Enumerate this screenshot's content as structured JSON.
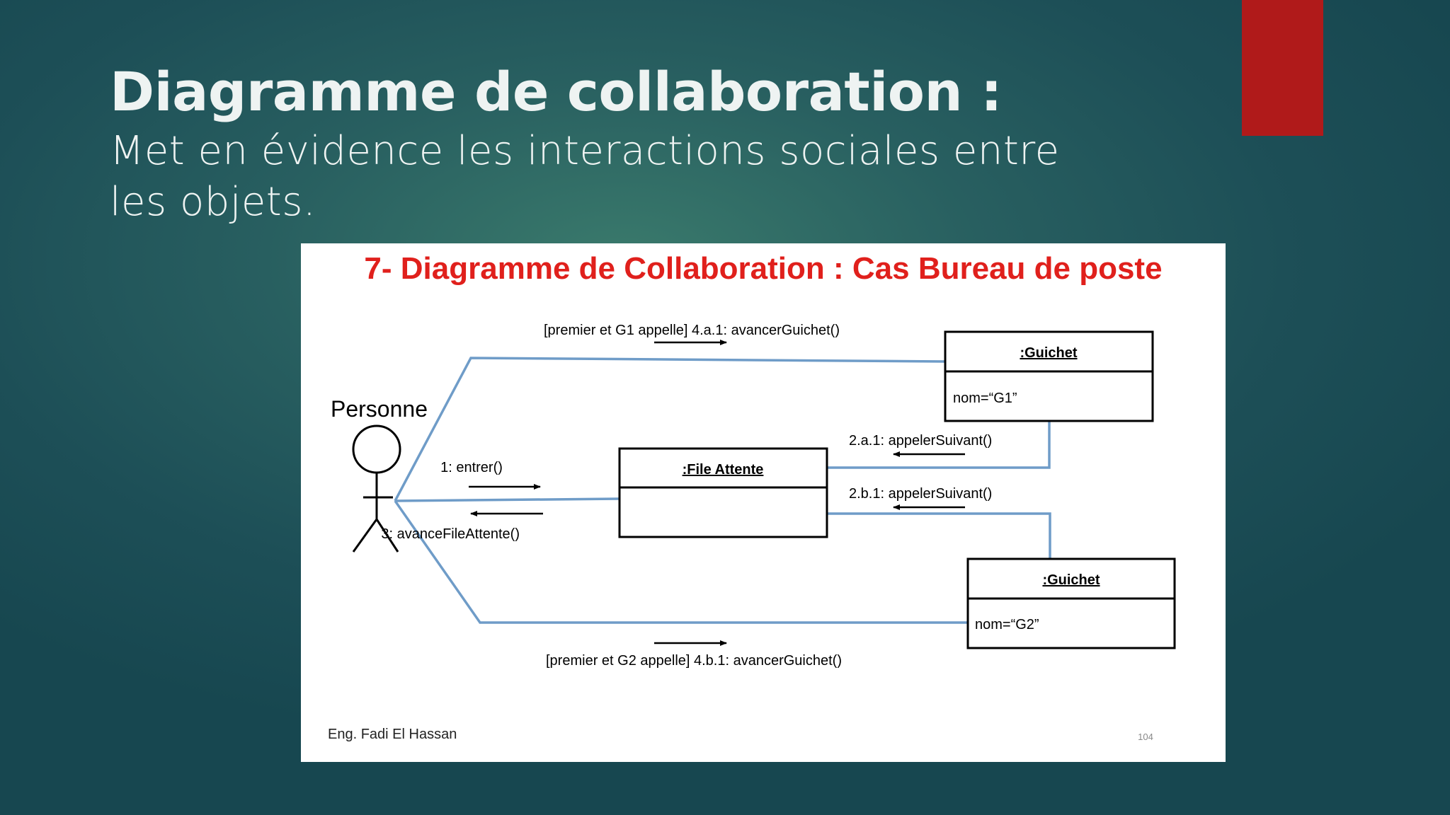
{
  "slide": {
    "title": "Diagramme de collaboration :",
    "subtitle": "Met en évidence les interactions sociales entre les objets."
  },
  "colors": {
    "accent": "#b01a1a",
    "figure_title": "#e0201c",
    "link_line": "#6f9cc8"
  },
  "figure": {
    "title": "7- Diagramme de Collaboration : Cas Bureau de poste",
    "actor": "Personne",
    "objects": {
      "guichet_top": {
        "name": ":Guichet",
        "attribute": "nom=“G1”"
      },
      "file_attente": {
        "name": ":File Attente",
        "attribute": ""
      },
      "guichet_bottom": {
        "name": ":Guichet",
        "attribute": "nom=“G2”"
      }
    },
    "messages": {
      "m_top": "[premier et G1 appelle] 4.a.1: avancerGuichet()",
      "m_entrer": "1: entrer()",
      "m_avance": "3: avanceFileAttente()",
      "m_2a1": "2.a.1: appelerSuivant()",
      "m_2b1": "2.b.1: appelerSuivant()",
      "m_bottom": "[premier et G2 appelle] 4.b.1: avancerGuichet()"
    },
    "author": "Eng. Fadi El Hassan",
    "page_number": "104"
  }
}
